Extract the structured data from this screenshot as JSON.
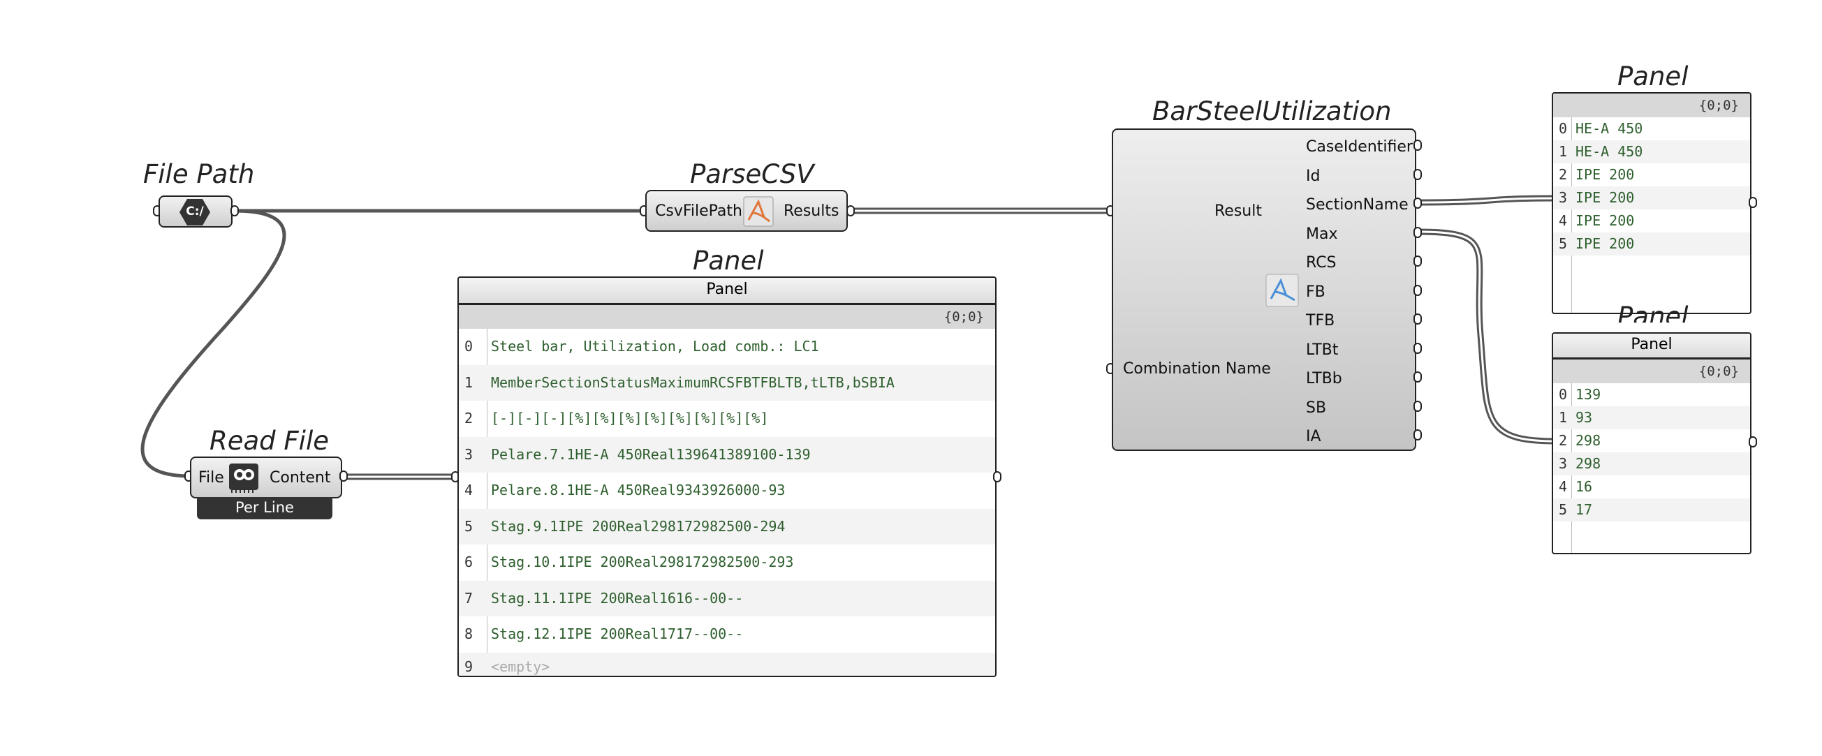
{
  "canvas": {
    "background": "#ffffff",
    "wire_color": "#555555"
  },
  "file_path": {
    "title": "File Path",
    "icon_text": "C:/"
  },
  "parse_csv": {
    "title": "ParseCSV",
    "input_label": "CsvFilePath",
    "output_label": "Results"
  },
  "read_file": {
    "title": "Read File",
    "input_label": "File",
    "output_label": "Content",
    "mode": "Per Line"
  },
  "main_panel": {
    "title": "Panel",
    "header_title": "Panel",
    "path": "{0;0}",
    "rows": [
      {
        "index": "0",
        "value": "Steel bar, Utilization, Load comb.: LC1"
      },
      {
        "index": "1",
        "value": "MemberSectionStatusMaximumRCSFBTFBLTB,tLTB,bSBIA"
      },
      {
        "index": "2",
        "value": "[-][-][-][%][%][%][%][%][%][%][%]"
      },
      {
        "index": "3",
        "value": "Pelare.7.1HE-A 450Real139641389100-139"
      },
      {
        "index": "4",
        "value": "Pelare.8.1HE-A 450Real9343926000-93"
      },
      {
        "index": "5",
        "value": "Stag.9.1IPE 200Real298172982500-294"
      },
      {
        "index": "6",
        "value": "Stag.10.1IPE 200Real298172982500-293"
      },
      {
        "index": "7",
        "value": "Stag.11.1IPE 200Real1616--00--"
      },
      {
        "index": "8",
        "value": "Stag.12.1IPE 200Real1717--00--"
      },
      {
        "index": "9",
        "value": "<empty>"
      }
    ]
  },
  "bar_steel": {
    "title": "BarSteelUtilization",
    "inputs": [
      "Result",
      "Combination Name"
    ],
    "outputs": [
      "CaseIdentifier",
      "Id",
      "SectionName",
      "Max",
      "RCS",
      "FB",
      "TFB",
      "LTBt",
      "LTBb",
      "SB",
      "IA"
    ]
  },
  "panel_sections": {
    "title": "Panel",
    "path": "{0;0}",
    "rows": [
      {
        "index": "0",
        "value": "HE-A 450"
      },
      {
        "index": "1",
        "value": "HE-A 450"
      },
      {
        "index": "2",
        "value": "IPE 200"
      },
      {
        "index": "3",
        "value": "IPE 200"
      },
      {
        "index": "4",
        "value": "IPE 200"
      },
      {
        "index": "5",
        "value": "IPE 200"
      }
    ]
  },
  "panel_max": {
    "title": "Panel",
    "header_title": "Panel",
    "path": "{0;0}",
    "rows": [
      {
        "index": "0",
        "value": "139"
      },
      {
        "index": "1",
        "value": "93"
      },
      {
        "index": "2",
        "value": "298"
      },
      {
        "index": "3",
        "value": "298"
      },
      {
        "index": "4",
        "value": "16"
      },
      {
        "index": "5",
        "value": "17"
      }
    ]
  }
}
